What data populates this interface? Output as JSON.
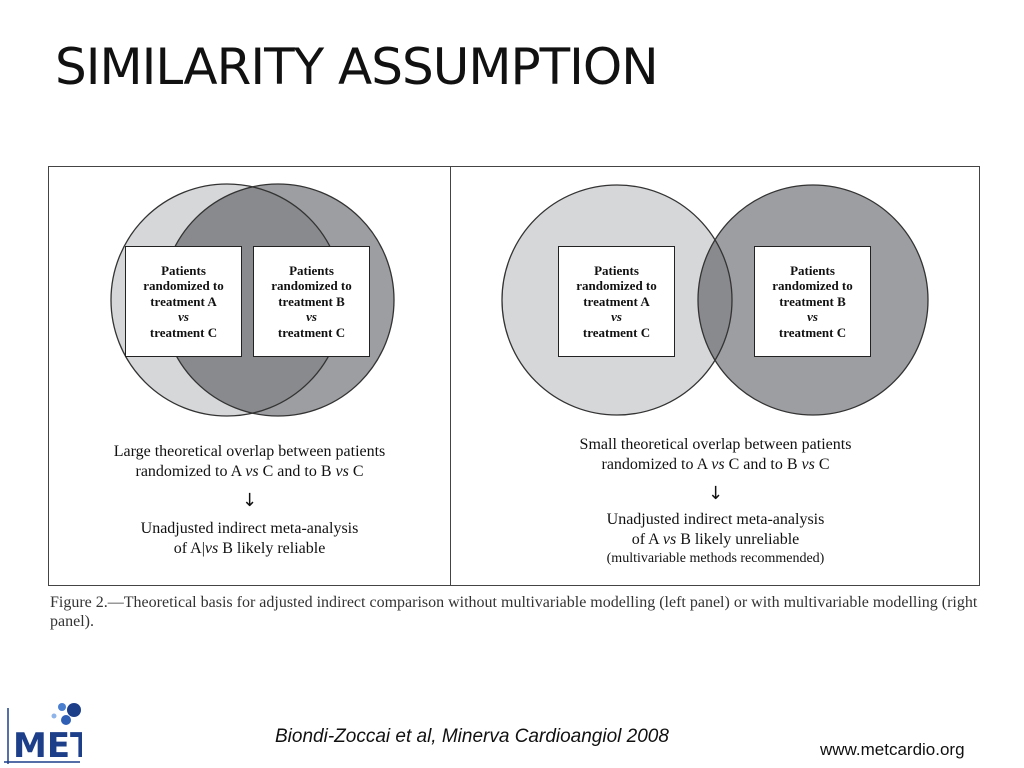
{
  "slide": {
    "title": "SIMILARITY ASSUMPTION"
  },
  "figure": {
    "left_panel": {
      "box_a": {
        "line1": "Patients",
        "line2": "randomized to",
        "line3": "treatment A",
        "vs": "vs",
        "line4": "treatment C"
      },
      "box_b": {
        "line1": "Patients",
        "line2": "randomized to",
        "line3": "treatment B",
        "vs": "vs",
        "line4": "treatment C"
      },
      "statement": {
        "line1": "Large theoretical overlap between patients",
        "line2_pre": "randomized to A ",
        "line2_vs1": "vs",
        "line2_mid": " C and to B ",
        "line2_vs2": "vs",
        "line2_post": " C"
      },
      "arrow": "↓",
      "conclusion": {
        "line1": "Unadjusted indirect meta-analysis",
        "line2_pre": "of A|",
        "line2_vs": "vs",
        "line2_post": " B likely reliable"
      }
    },
    "right_panel": {
      "box_a": {
        "line1": "Patients",
        "line2": "randomized to",
        "line3": "treatment A",
        "vs": "vs",
        "line4": "treatment C"
      },
      "box_b": {
        "line1": "Patients",
        "line2": "randomized to",
        "line3": "treatment B",
        "vs": "vs",
        "line4": "treatment C"
      },
      "statement": {
        "line1": "Small theoretical overlap between patients",
        "line2_pre": "randomized to A ",
        "line2_vs1": "vs",
        "line2_mid": " C and to B ",
        "line2_vs2": "vs",
        "line2_post": " C"
      },
      "arrow": "↓",
      "conclusion": {
        "line1": "Unadjusted indirect meta-analysis",
        "line2_pre": "of A ",
        "line2_vs": "vs",
        "line2_post": " B likely unreliable",
        "line3": "(multivariable methods recommended)"
      }
    },
    "caption": "Figure 2.—Theoretical basis for adjusted indirect comparison without multivariable modelling (left panel) or with multivariable modelling (right panel).",
    "colors": {
      "circle_light": "#d6d7d9",
      "circle_dark": "#9d9ea1",
      "overlap": "#898a8d",
      "circle_stroke": "#333333"
    }
  },
  "footer": {
    "logo_text": "MET",
    "citation": "Biondi-Zoccai et al, Minerva Cardioangiol 2008",
    "website": "www.metcardio.org"
  }
}
